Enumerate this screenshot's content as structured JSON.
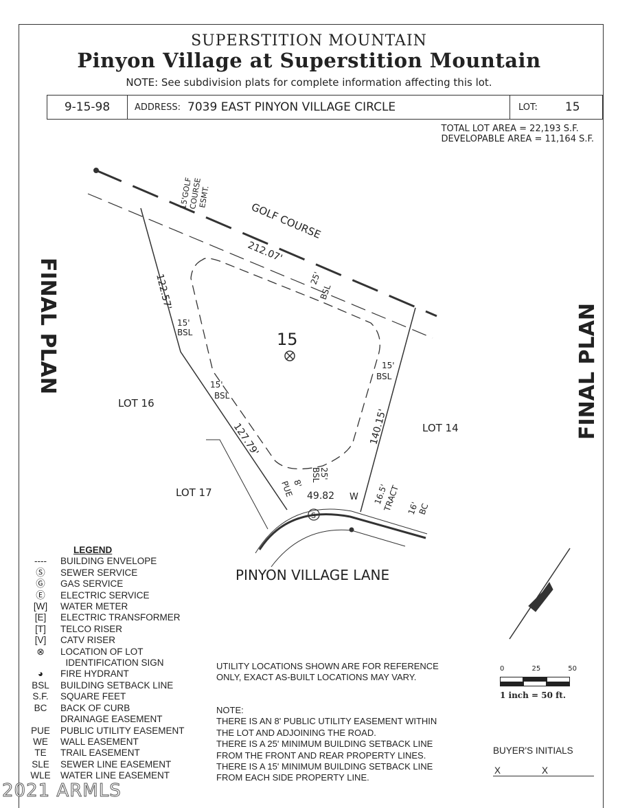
{
  "header": {
    "subtitle": "SUPERSTITION MOUNTAIN",
    "title": "Pinyon Village at Superstition Mountain",
    "note": "NOTE:  See subdivision plats for complete information affecting this lot."
  },
  "info": {
    "date": "9-15-98",
    "address_label": "ADDRESS:",
    "address": "7039 EAST PINYON VILLAGE CIRCLE",
    "lot_label": "LOT:",
    "lot": "15"
  },
  "areas": {
    "total": "TOTAL LOT AREA = 22,193 S.F.",
    "developable": "DEVELOPABLE AREA = 11,164 S.F."
  },
  "plat": {
    "golf_course": "GOLF COURSE",
    "golf_esmt": [
      "15'GOLF",
      "COURSE",
      "ESMT."
    ],
    "lot_number": "15",
    "dim_top": "212.07'",
    "dim_left": "122.57'",
    "dim_lower_left": "127.79'",
    "dim_right": "140.15'",
    "dim_front": "49.82",
    "bsl_rear": "25'",
    "bsl_left_upper": "15'",
    "bsl_left_lower": "15'",
    "bsl_right": "15'",
    "bsl_front": "25'",
    "bsl": "BSL",
    "pue_dim": "8'",
    "pue": "PUE",
    "w": "W",
    "tract_dim": "16.5'",
    "tract": "TRACT",
    "bc_dim": "16'",
    "bc": "BC",
    "sewer": "S",
    "lot16": "LOT 16",
    "lot17": "LOT 17",
    "lot14": "LOT 14",
    "road": "PINYON VILLAGE LANE",
    "side_left": "FINAL PLAN",
    "side_right": "FINAL PLAN"
  },
  "legend": {
    "title": "LEGEND",
    "items": [
      {
        "sym": "----",
        "label": "BUILDING ENVELOPE"
      },
      {
        "sym": "Ⓢ",
        "label": "SEWER SERVICE"
      },
      {
        "sym": "Ⓖ",
        "label": "GAS SERVICE"
      },
      {
        "sym": "Ⓔ",
        "label": "ELECTRIC SERVICE"
      },
      {
        "sym": "[W]",
        "label": "WATER METER"
      },
      {
        "sym": "[E]",
        "label": "ELECTRIC TRANSFORMER"
      },
      {
        "sym": "[T]",
        "label": "TELCO RISER"
      },
      {
        "sym": "[V]",
        "label": "CATV RISER"
      },
      {
        "sym": "⊗",
        "label": "LOCATION OF LOT"
      },
      {
        "sym": "",
        "label": "  IDENTIFICATION SIGN"
      },
      {
        "sym": "◕",
        "label": "FIRE HYDRANT"
      },
      {
        "sym": "BSL",
        "label": "BUILDING SETBACK LINE"
      },
      {
        "sym": "S.F.",
        "label": "SQUARE FEET"
      },
      {
        "sym": "BC",
        "label": "BACK OF CURB"
      },
      {
        "sym": "",
        "label": "DRAINAGE EASEMENT"
      },
      {
        "sym": "PUE",
        "label": "PUBLIC UTILITY EASEMENT"
      },
      {
        "sym": "WE",
        "label": "WALL EASEMENT"
      },
      {
        "sym": "TE",
        "label": "TRAIL EASEMENT"
      },
      {
        "sym": "SLE",
        "label": "SEWER LINE EASEMENT"
      },
      {
        "sym": "WLE",
        "label": "WATER LINE EASEMENT"
      }
    ]
  },
  "utility_note": [
    "UTILITY LOCATIONS SHOWN ARE FOR REFERENCE",
    "ONLY, EXACT AS-BUILT LOCATIONS MAY VARY."
  ],
  "notes": [
    "NOTE:",
    "THERE IS AN 8' PUBLIC UTILITY EASEMENT WITHIN",
    "THE LOT AND ADJOINING THE ROAD.",
    "THERE IS A 25' MINIMUM BUILDING SETBACK LINE",
    "FROM THE FRONT AND REAR PROPERTY LINES.",
    "THERE IS A 15' MINIMUM BUILDING SETBACK LINE",
    "FROM EACH SIDE PROPERTY LINE."
  ],
  "scale": {
    "ticks": [
      "0",
      "25",
      "50"
    ],
    "label": "1 inch = 50 ft."
  },
  "buyer": {
    "label": "BUYER'S INITIALS",
    "x1": "X",
    "x2": "X"
  },
  "watermark": "2021 ARMLS"
}
